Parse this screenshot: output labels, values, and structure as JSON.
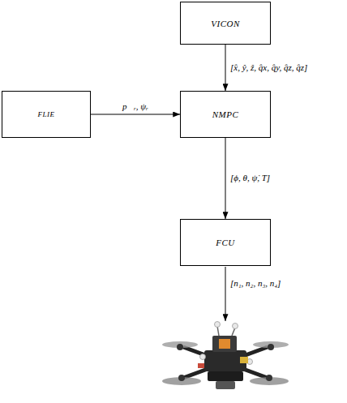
{
  "diagram": {
    "nodes": [
      {
        "text": [
          "VICON"
        ]
      },
      {
        "text": [
          "FLIE"
        ]
      },
      {
        "text": [
          "NMPC"
        ]
      },
      {
        "text": [
          "FCU"
        ]
      }
    ],
    "edges": [
      {
        "from": 0,
        "to": 2,
        "arrow": "to",
        "label": "[x̂, ŷ, ẑ, q̂x, q̂y, q̂z, q̂z]"
      },
      {
        "from": 1,
        "to": 2,
        "arrow": "to",
        "label": "p⃗ᵣ, ψᵣ"
      },
      {
        "from": 2,
        "to": 3,
        "arrow": "to",
        "label": "[ϕ, θ, ψ̇, T]"
      }
    ],
    "labels": [
      "[n₁, n₂, n₃, n₄]"
    ]
  }
}
